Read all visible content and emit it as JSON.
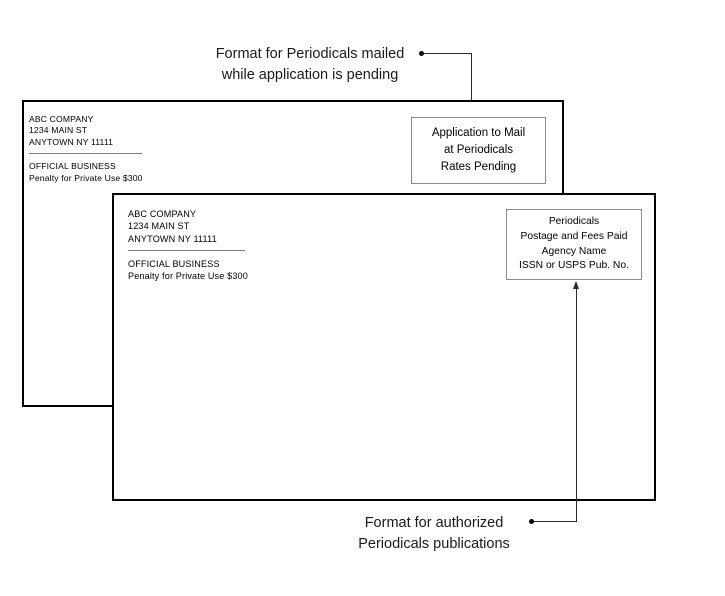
{
  "figure": {
    "top_caption": {
      "lines": [
        "Format for Periodicals mailed",
        "while application is pending"
      ]
    },
    "bottom_caption": {
      "lines": [
        "Format for authorized",
        "Periodicals publications"
      ]
    }
  },
  "envelope_pending": {
    "address_block": {
      "lines": [
        "ABC COMPANY",
        "1234 MAIN ST",
        "ANYTOWN NY 11111"
      ],
      "endorsement": [
        "OFFICIAL BUSINESS",
        "Penalty for Private Use $300"
      ]
    },
    "imprint": {
      "lines": [
        "Application to Mail",
        "at Periodicals",
        "Rates Pending"
      ]
    }
  },
  "envelope_authorized": {
    "address_block": {
      "lines": [
        "ABC COMPANY",
        "1234 MAIN ST",
        "ANYTOWN NY 11111"
      ],
      "endorsement": [
        "OFFICIAL BUSINESS",
        "Penalty for Private Use $300"
      ]
    },
    "imprint": {
      "lines": [
        "Periodicals",
        "Postage and Fees Paid",
        "Agency Name",
        "ISSN or USPS Pub. No."
      ]
    }
  },
  "colors": {
    "envelope_border": "#000000",
    "imprint_border": "#8c8c8c",
    "leader": "#2b2b2b",
    "rule": "#808080",
    "text": "#000000",
    "background": "#ffffff"
  }
}
